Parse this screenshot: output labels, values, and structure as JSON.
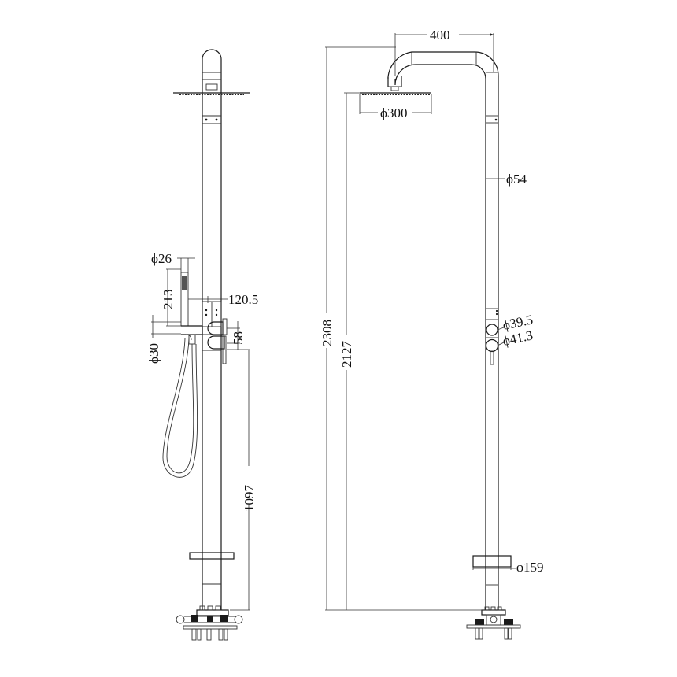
{
  "drawing": {
    "subject": "Freestanding shower column technical drawing",
    "views": [
      "side-view",
      "front-view"
    ],
    "line_color": "#1a1a1a",
    "background": "#ffffff"
  },
  "side_view": {
    "dimensions": {
      "handshower_diameter": "ϕ26",
      "handshower_height": "213",
      "handshower_offset": "120.5",
      "hose_outlet_diameter": "ϕ30",
      "valve_spacing": "58",
      "valve_height": "1097"
    }
  },
  "front_view": {
    "dimensions": {
      "arm_reach": "400",
      "head_diameter": "ϕ300",
      "column_diameter": "ϕ54",
      "total_height": "2308",
      "head_height": "2127",
      "valve_top_diameter": "ϕ39.5",
      "valve_bottom_diameter": "ϕ41.3",
      "base_plate_diameter": "ϕ159"
    }
  }
}
